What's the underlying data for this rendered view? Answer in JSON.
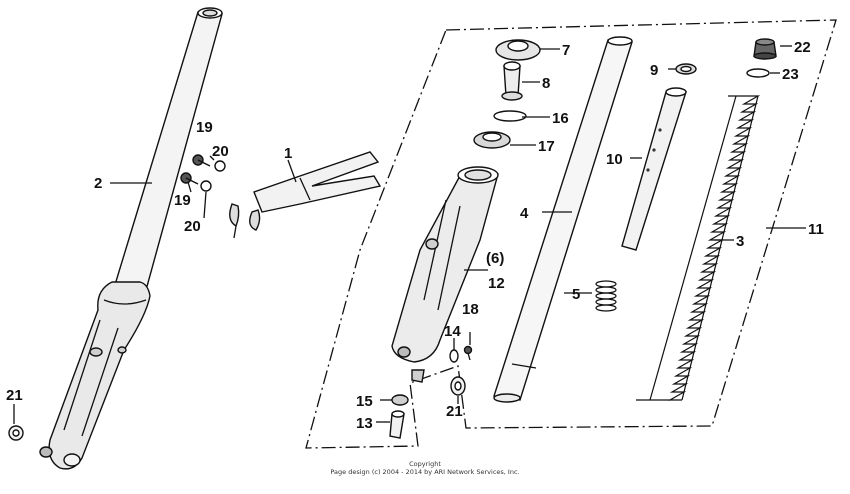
{
  "labels": {
    "p1": "1",
    "p2": "2",
    "p3": "3",
    "p4": "4",
    "p5": "5",
    "p6": "(6)",
    "p7": "7",
    "p8": "8",
    "p9": "9",
    "p10": "10",
    "p11": "11",
    "p12": "12",
    "p13": "13",
    "p14": "14",
    "p15": "15",
    "p16": "16",
    "p17": "17",
    "p18": "18",
    "p19a": "19",
    "p19b": "19",
    "p20a": "20",
    "p20b": "20",
    "p21a": "21",
    "p21b": "21",
    "p22": "22",
    "p23": "23"
  },
  "footer": {
    "line1": "Copyright",
    "line2": "Page design (c) 2004 - 2014 by ARI Network Services, Inc."
  }
}
